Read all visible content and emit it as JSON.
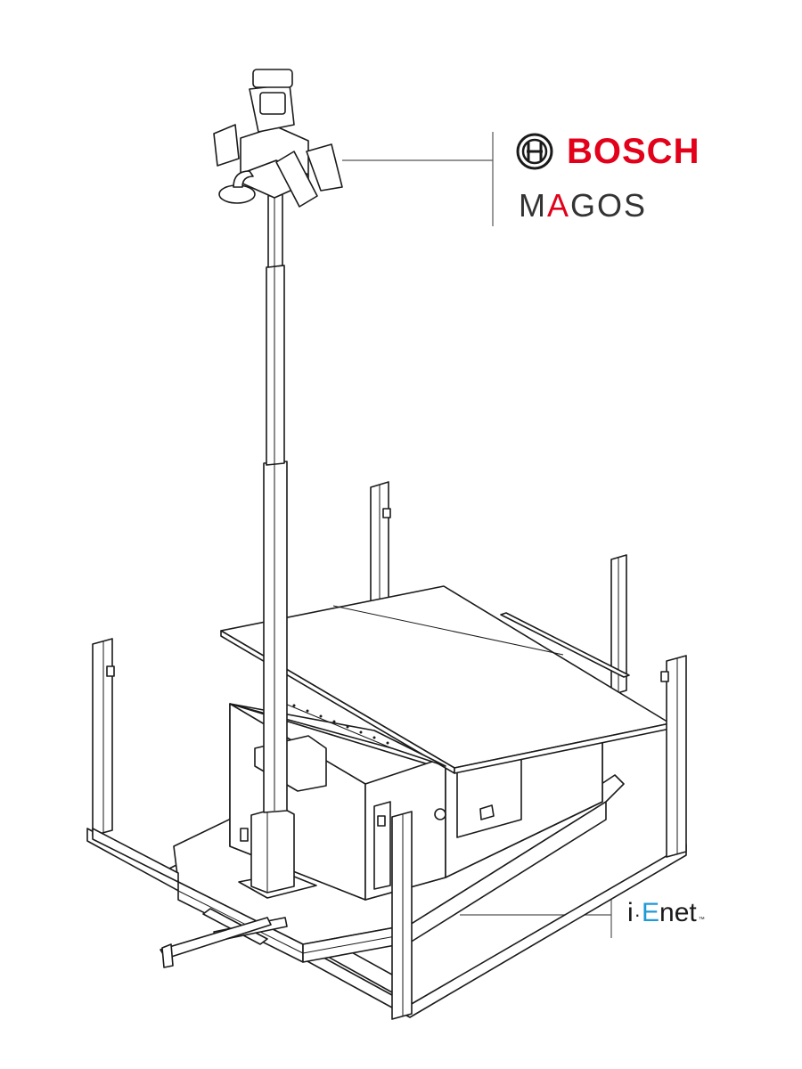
{
  "brands": {
    "bosch": {
      "text": "BOSCH",
      "color": "#e2001a",
      "icon": "bosch-armature-logo-icon"
    },
    "magos": {
      "text_pre": "M",
      "text_accent": "A",
      "text_post": "GOS",
      "color": "#333333",
      "accent_color": "#e2001a"
    },
    "ienet": {
      "text_i": "i",
      "text_dot": "·",
      "text_e": "E",
      "text_net": "net",
      "trademark": "™",
      "color": "#1a1a1a",
      "accent_color": "#1e9ad6"
    }
  },
  "colors": {
    "line": "#1a1a1a",
    "callout": "#555555"
  }
}
